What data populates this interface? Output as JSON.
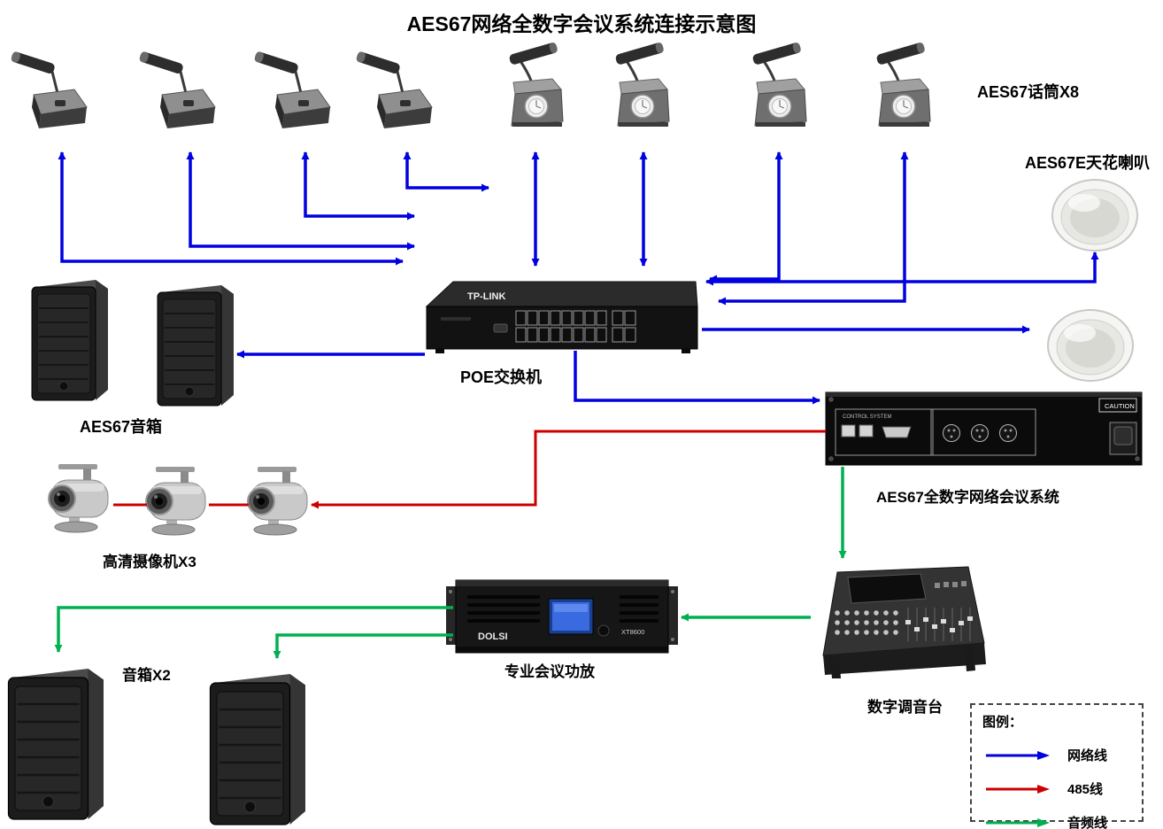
{
  "title": "AES67网络全数字会议系统连接示意图",
  "labels": {
    "microphones": "AES67话筒X8",
    "ceiling_speakers": "AES67E天花喇叭",
    "poe_switch": "POE交换机",
    "aes67_speakers": "AES67音箱",
    "cameras": "高清摄像机X3",
    "conference_system": "AES67全数字网络会议系统",
    "amplifier": "专业会议功放",
    "mixer": "数字调音台",
    "speakers": "音箱X2"
  },
  "equipment_text": {
    "switch_brand": "TP-LINK",
    "amp_brand": "DOLSI",
    "amp_model": "XT8600",
    "control_system": "CONTROL SYSTEM",
    "caution": "CAUTION"
  },
  "legend": {
    "title": "图例：",
    "items": [
      {
        "label": "网络线",
        "color": "#0000e0"
      },
      {
        "label": "485线",
        "color": "#cc0000"
      },
      {
        "label": "音频线",
        "color": "#00b050"
      }
    ]
  }
}
